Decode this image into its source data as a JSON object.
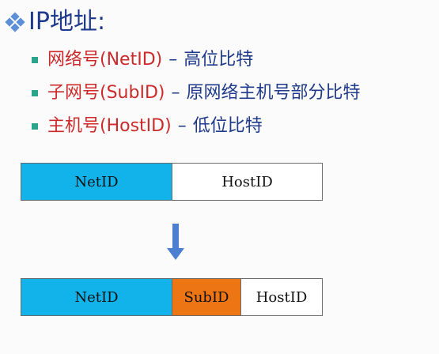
{
  "header": {
    "title": "IP地址:",
    "icon": "diamond-bullet-icon",
    "title_color": "#1f3a8a"
  },
  "bullets": [
    {
      "term": "网络号(NetID)",
      "sep": "–",
      "desc": "高位比特"
    },
    {
      "term": "子网号(SubID)",
      "sep": "–",
      "desc": "原网络主机号部分比特"
    },
    {
      "term": "主机号(HostID)",
      "sep": "–",
      "desc": "低位比特"
    }
  ],
  "diagram": {
    "top": {
      "netid": "NetID",
      "hostid": "HostID"
    },
    "arrow": "down-arrow-icon",
    "bottom": {
      "netid": "NetID",
      "subid": "SubID",
      "hostid": "HostID"
    }
  },
  "colors": {
    "netid": "#12b3ea",
    "subid": "#ee7514",
    "hostid": "#ffffff",
    "term_red": "#cc2a2a",
    "text_blue": "#1f3a8a",
    "bullet_green": "#2aa58a"
  }
}
